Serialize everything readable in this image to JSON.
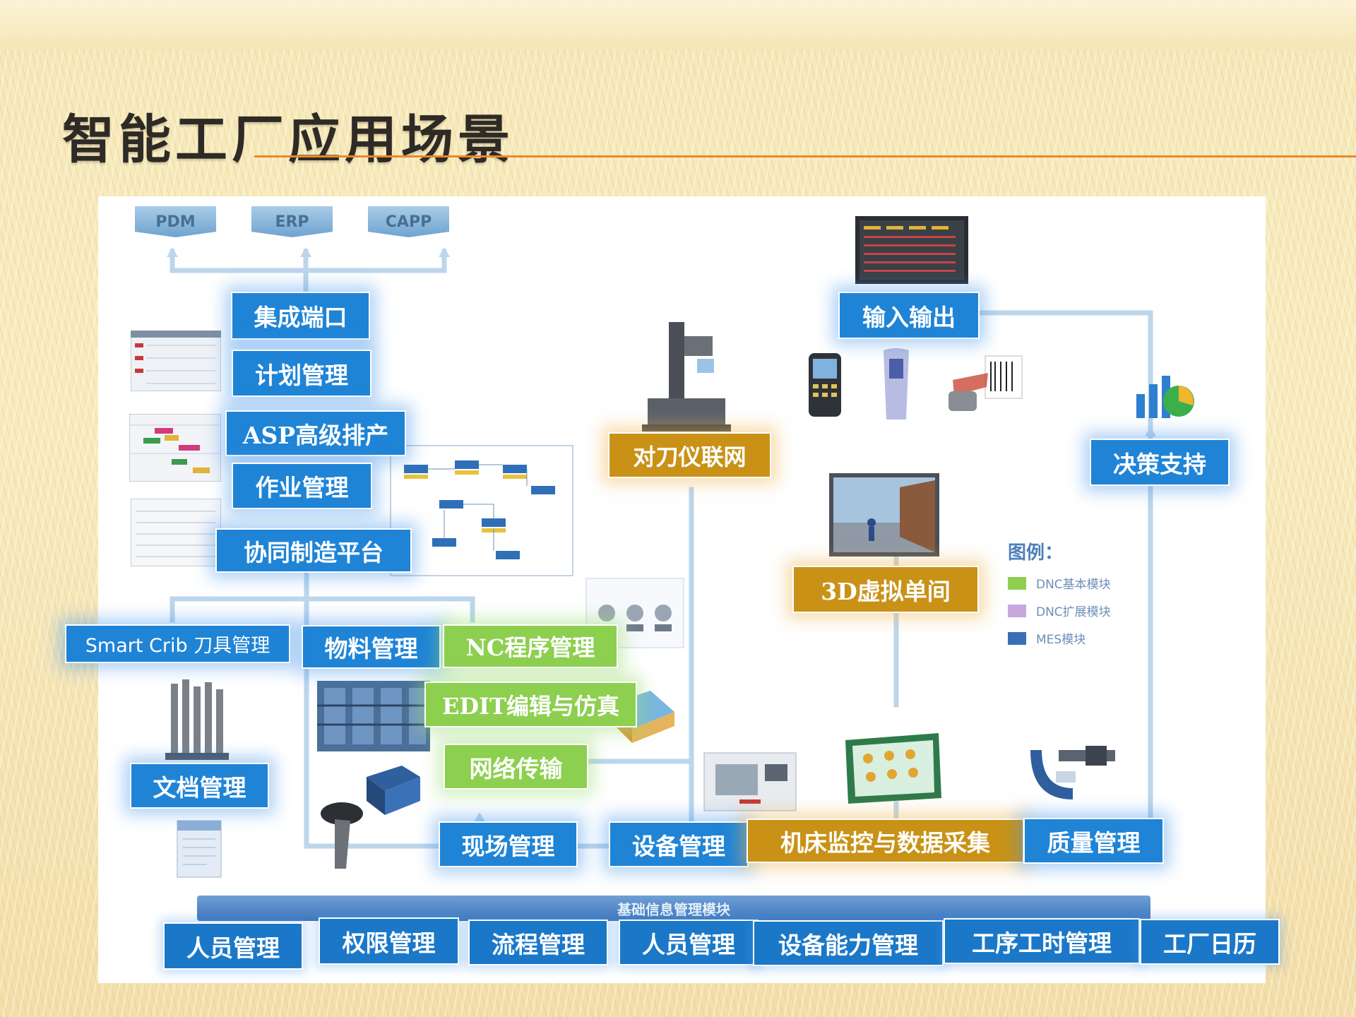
{
  "title": "智能工厂应用场景",
  "colors": {
    "mes_module": "#1f84d6",
    "dnc_basic": "#8dcf4f",
    "dnc_extended": "#c99217",
    "title_rule": "#e9892b"
  },
  "systems": [
    "PDM",
    "ERP",
    "CAPP"
  ],
  "modules": {
    "integration_port": "集成端口",
    "plan_management": "计划管理",
    "asp_scheduling": "ASP高级排产",
    "job_management": "作业管理",
    "collab_platform": "协同制造平台",
    "smart_crib": "Smart Crib 刀具管理",
    "material_management": "物料管理",
    "nc_program_management": "NC程序管理",
    "edit_simulation": "EDIT编辑与仿真",
    "network_transfer": "网络传输",
    "document_management": "文档管理",
    "field_management": "现场管理",
    "equipment_management": "设备管理",
    "machine_monitoring": "机床监控与数据采集",
    "quality_management": "质量管理",
    "tool_presetter_network": "对刀仪联网",
    "io": "输入输出",
    "decision_support": "决策支持",
    "virtual_3d_workshop": "3D虚拟单间"
  },
  "legend": {
    "title": "图例：",
    "items": [
      "DNC基本模块",
      "DNC扩展模块",
      "MES模块"
    ]
  },
  "base_info_bar": "基础信息管理模块",
  "base_modules": [
    "人员管理",
    "权限管理",
    "流程管理",
    "人员管理",
    "设备能力管理",
    "工序工时管理",
    "工厂日历"
  ]
}
